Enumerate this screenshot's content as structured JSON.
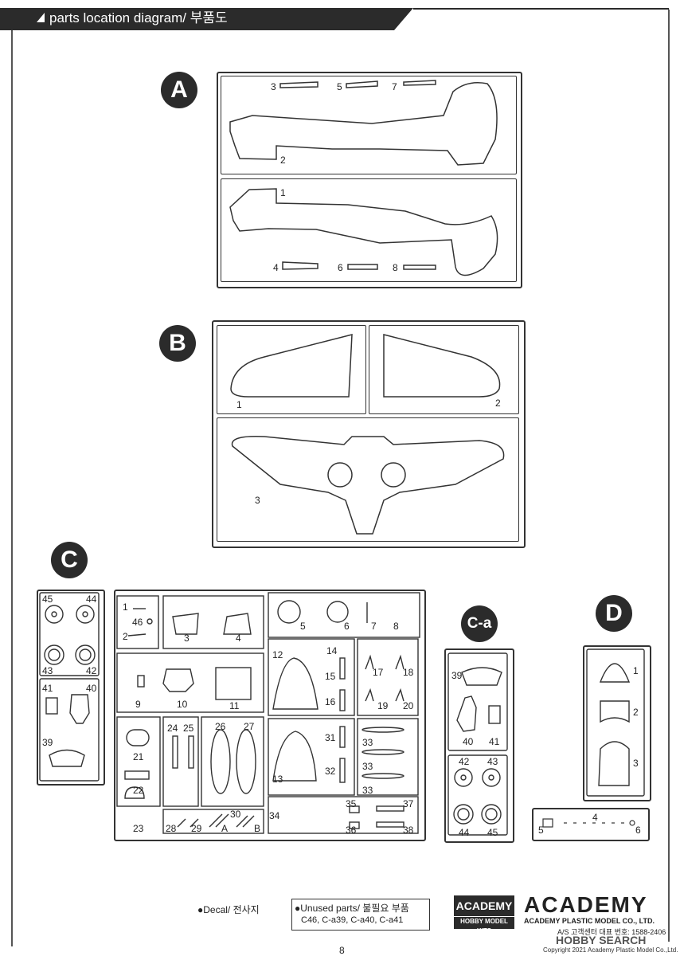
{
  "header": {
    "title": "parts location diagram/ 부품도"
  },
  "badges": {
    "a": "A",
    "b": "B",
    "c": "C",
    "ca": "C-a",
    "d": "D"
  },
  "sprue_a": {
    "numbers": [
      "3",
      "5",
      "7",
      "2",
      "1",
      "4",
      "6",
      "8"
    ]
  },
  "sprue_b": {
    "numbers": [
      "1",
      "2",
      "3"
    ]
  },
  "sprue_c": {
    "numbers": [
      "45",
      "44",
      "43",
      "42",
      "41",
      "40",
      "39",
      "1",
      "46",
      "2",
      "3",
      "4",
      "5",
      "6",
      "7",
      "8",
      "9",
      "10",
      "11",
      "12",
      "14",
      "15",
      "16",
      "17",
      "18",
      "19",
      "20",
      "21",
      "22",
      "23",
      "24",
      "25",
      "26",
      "27",
      "13",
      "31",
      "32",
      "33",
      "33",
      "33",
      "34",
      "35",
      "36",
      "37",
      "38",
      "28",
      "29",
      "30",
      "A",
      "B"
    ]
  },
  "sprue_ca": {
    "numbers": [
      "39",
      "40",
      "41",
      "42",
      "43",
      "44",
      "45"
    ]
  },
  "sprue_d": {
    "numbers": [
      "1",
      "2",
      "3",
      "4",
      "5",
      "6"
    ]
  },
  "footer": {
    "decal": "●Decal/ 전사지",
    "unused_title": "●Unused parts/ 불필요 부품",
    "unused_list": "C46, C-a39, C-a40, C-a41",
    "logo_box_top": "ACADEMY",
    "logo_box_bottom": "HOBBY MODEL KITS",
    "brand": "ACADEMY",
    "company": "ACADEMY PLASTIC MODEL CO., LTD.",
    "service": "A/S 고객센터 대표 번호: 1588-2406",
    "page_number": "8",
    "watermark": "HOBBY SEARCH",
    "copyright": "Copyright 2021 Academy Plastic Model Co.,Ltd."
  }
}
